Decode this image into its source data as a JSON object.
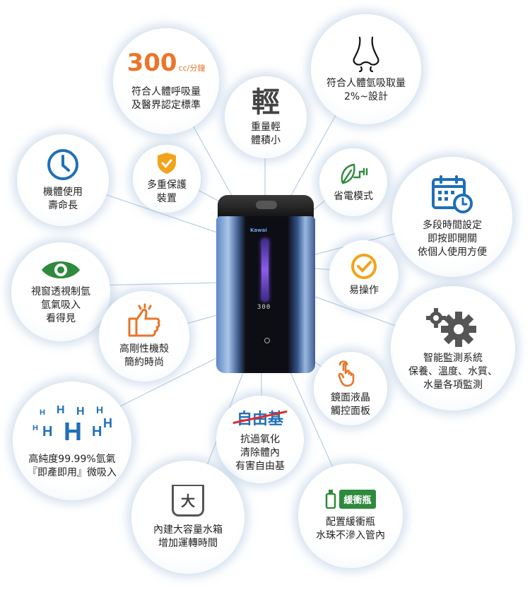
{
  "center_device": {
    "brand_label": "Kawai",
    "display_value": "300"
  },
  "features": {
    "flow_rate": {
      "value": "300",
      "unit": "cc/分鐘",
      "label": "符合人體呼吸量\n及醫界認定標準"
    },
    "concentration": {
      "label": "符合人體氫吸取量\n2%~設計"
    },
    "light_weight": {
      "headline": "輕",
      "label": "重量輕\n體積小"
    },
    "lifespan": {
      "label": "機體使用\n壽命長"
    },
    "protection": {
      "label": "多重保護\n裝置"
    },
    "power_saving": {
      "label": "省電模式"
    },
    "timer": {
      "label": "多段時間設定\n即按即開關\n依個人使用方便"
    },
    "window": {
      "label": "視窗透視制氫\n氫氣吸入\n看得見"
    },
    "easy": {
      "label": "易操作"
    },
    "rigid_shell": {
      "label": "高剛性機殼\n簡約時尚"
    },
    "monitoring": {
      "label": "智能監測系統\n保養、溫度、水質、\n水量各項監測"
    },
    "touch_panel": {
      "label": "鏡面液晶\n觸控面板"
    },
    "purity": {
      "label": "高純度99.99%氫氣\n『即產即用』微吸入"
    },
    "free_radical": {
      "headline": "自由基",
      "label": "抗過氧化\n清除體內\n有害自由基"
    },
    "large_tank": {
      "icon_text": "大",
      "label": "內建大容量水箱\n增加運轉時間"
    },
    "buffer_bottle": {
      "tag": "緩衝瓶",
      "label": "配置緩衝瓶\n水珠不滲入管內"
    }
  },
  "colors": {
    "accent_blue": "#1f6fb8",
    "accent_green": "#2e8a3c",
    "accent_orange": "#e8762b",
    "line": "#b9cde3"
  }
}
